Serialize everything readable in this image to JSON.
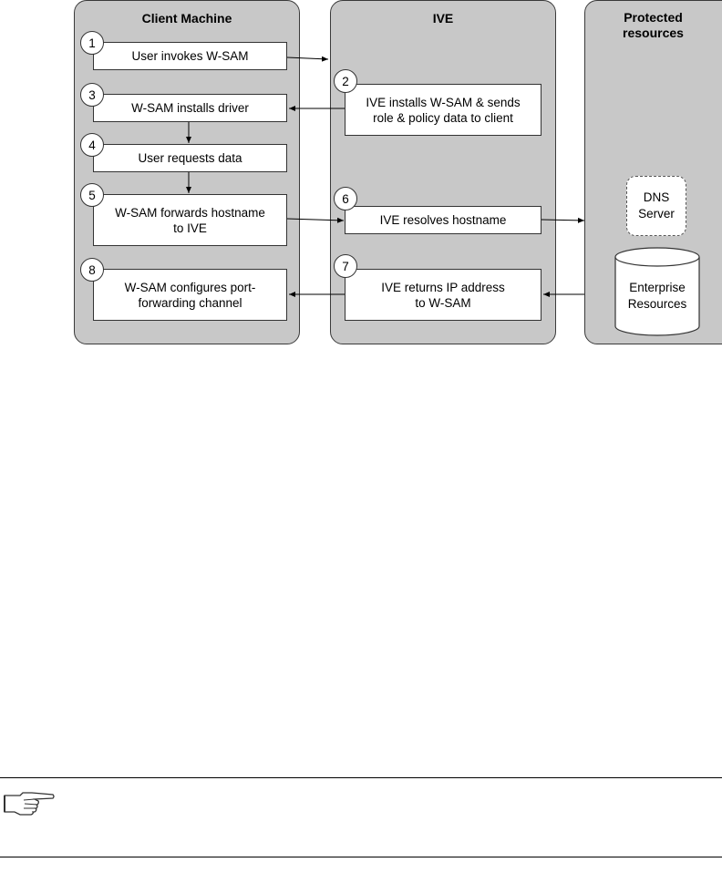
{
  "lanes": {
    "client": "Client Machine",
    "ive": "IVE",
    "protected_line1": "Protected",
    "protected_line2": "resources"
  },
  "steps": [
    {
      "num": "1",
      "text": "User invokes W-SAM"
    },
    {
      "num": "2",
      "line1": "IVE installs W-SAM & sends",
      "line2": "role & policy data to client"
    },
    {
      "num": "3",
      "text": "W-SAM installs driver"
    },
    {
      "num": "4",
      "text": "User requests data"
    },
    {
      "num": "5",
      "line1": "W-SAM forwards hostname",
      "line2": "to IVE"
    },
    {
      "num": "6",
      "text": "IVE resolves hostname"
    },
    {
      "num": "7",
      "line1": "IVE returns IP address",
      "line2": "to W-SAM"
    },
    {
      "num": "8",
      "line1": "W-SAM configures port-",
      "line2": "forwarding channel"
    }
  ],
  "resources": {
    "dns_line1": "DNS",
    "dns_line2": "Server",
    "enterprise_line1": "Enterprise",
    "enterprise_line2": "Resources"
  },
  "icons": {
    "note": "pointing-hand-icon"
  }
}
